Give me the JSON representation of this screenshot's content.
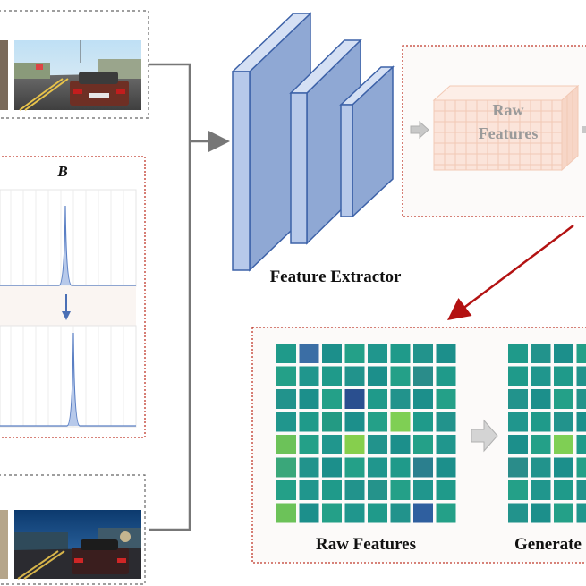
{
  "labels": {
    "feature_extractor": "Feature Extractor",
    "raw_line1": "Raw",
    "raw_line2": "Features",
    "bottom_raw": "Raw Features",
    "bottom_generated": "Generate",
    "panel_b": "B"
  },
  "colors": {
    "cube_face": "#b7c9ea",
    "cube_side": "#8fa8d4",
    "cube_stroke": "#3d62a8",
    "red_dotted": "#c0392b",
    "grid_stroke": "#f2c9b5",
    "arrow_red": "#b31212",
    "grey_arrow": "#b8b8b8",
    "connector": "#777777",
    "peak": "#5a7fc4"
  },
  "icons": {
    "arrow_right": "grey-arrow-icon",
    "arrow_down": "down-arrow-icon"
  }
}
